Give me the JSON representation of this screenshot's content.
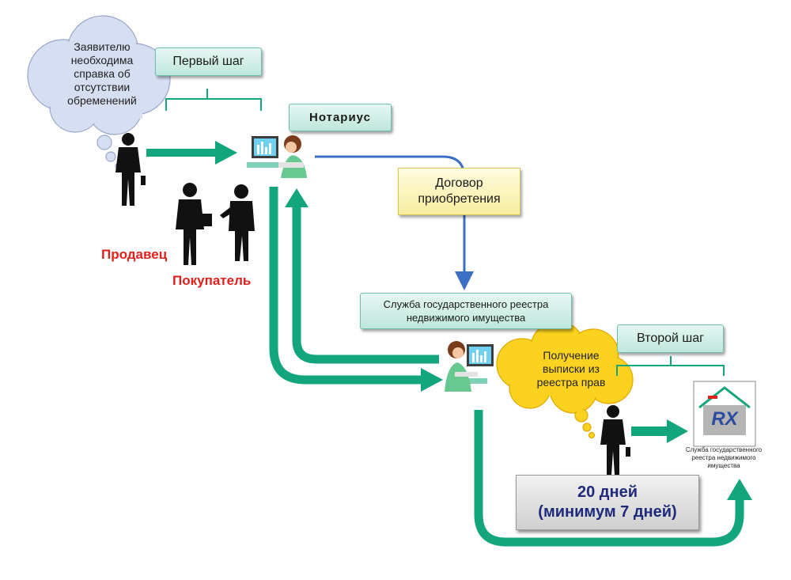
{
  "cloud1": {
    "lines": [
      "Заявителю",
      "необходима",
      "справка об",
      "отсутствии",
      "обременений"
    ]
  },
  "step1": {
    "label": "Первый шаг"
  },
  "notary": {
    "label": "Нотариус"
  },
  "contract": {
    "line1": "Договор",
    "line2": "приобретения"
  },
  "seller": {
    "label": "Продавец"
  },
  "buyer": {
    "label": "Покупатель"
  },
  "registry": {
    "line1": "Служба государственного реестра",
    "line2": "недвижимого имущества"
  },
  "step2": {
    "label": "Второй шаг"
  },
  "cloud2": {
    "lines": [
      "Получение",
      "выписки из",
      "реестра прав"
    ]
  },
  "duration": {
    "line1": "20 дней",
    "line2": "(минимум 7 дней)"
  },
  "logo": {
    "letters": "RX",
    "caption_lines": [
      "Служба государственного",
      "реестра недвижимого",
      "имущества"
    ]
  },
  "colors": {
    "green": "#13a57c",
    "blue": "#3a6fc4",
    "red": "#e0201b",
    "navy": "#1f2a7a",
    "cloud_blue": "#d6def2",
    "cloud_yellow": "#fbd21f"
  }
}
